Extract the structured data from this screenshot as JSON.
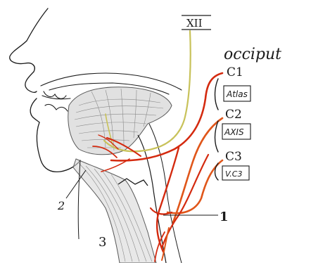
{
  "labels": {
    "nerve_xii": "XII",
    "occiput": "occiput",
    "c1": "C1",
    "atlas": "Atlas",
    "c2": "C2",
    "axis": "AXIS",
    "c3": "C3",
    "vc3": "V.C3",
    "num_1": "1",
    "num_2": "2",
    "num_3": "3"
  },
  "colors": {
    "ink": "#1a1a1a",
    "nerve_red": "#d42a0f",
    "nerve_orange": "#e0561a",
    "hypoglossal_yellow": "#c8c25a",
    "muscle_grey": "#8a8a8a",
    "shade_grey": "#c9c9c9"
  }
}
